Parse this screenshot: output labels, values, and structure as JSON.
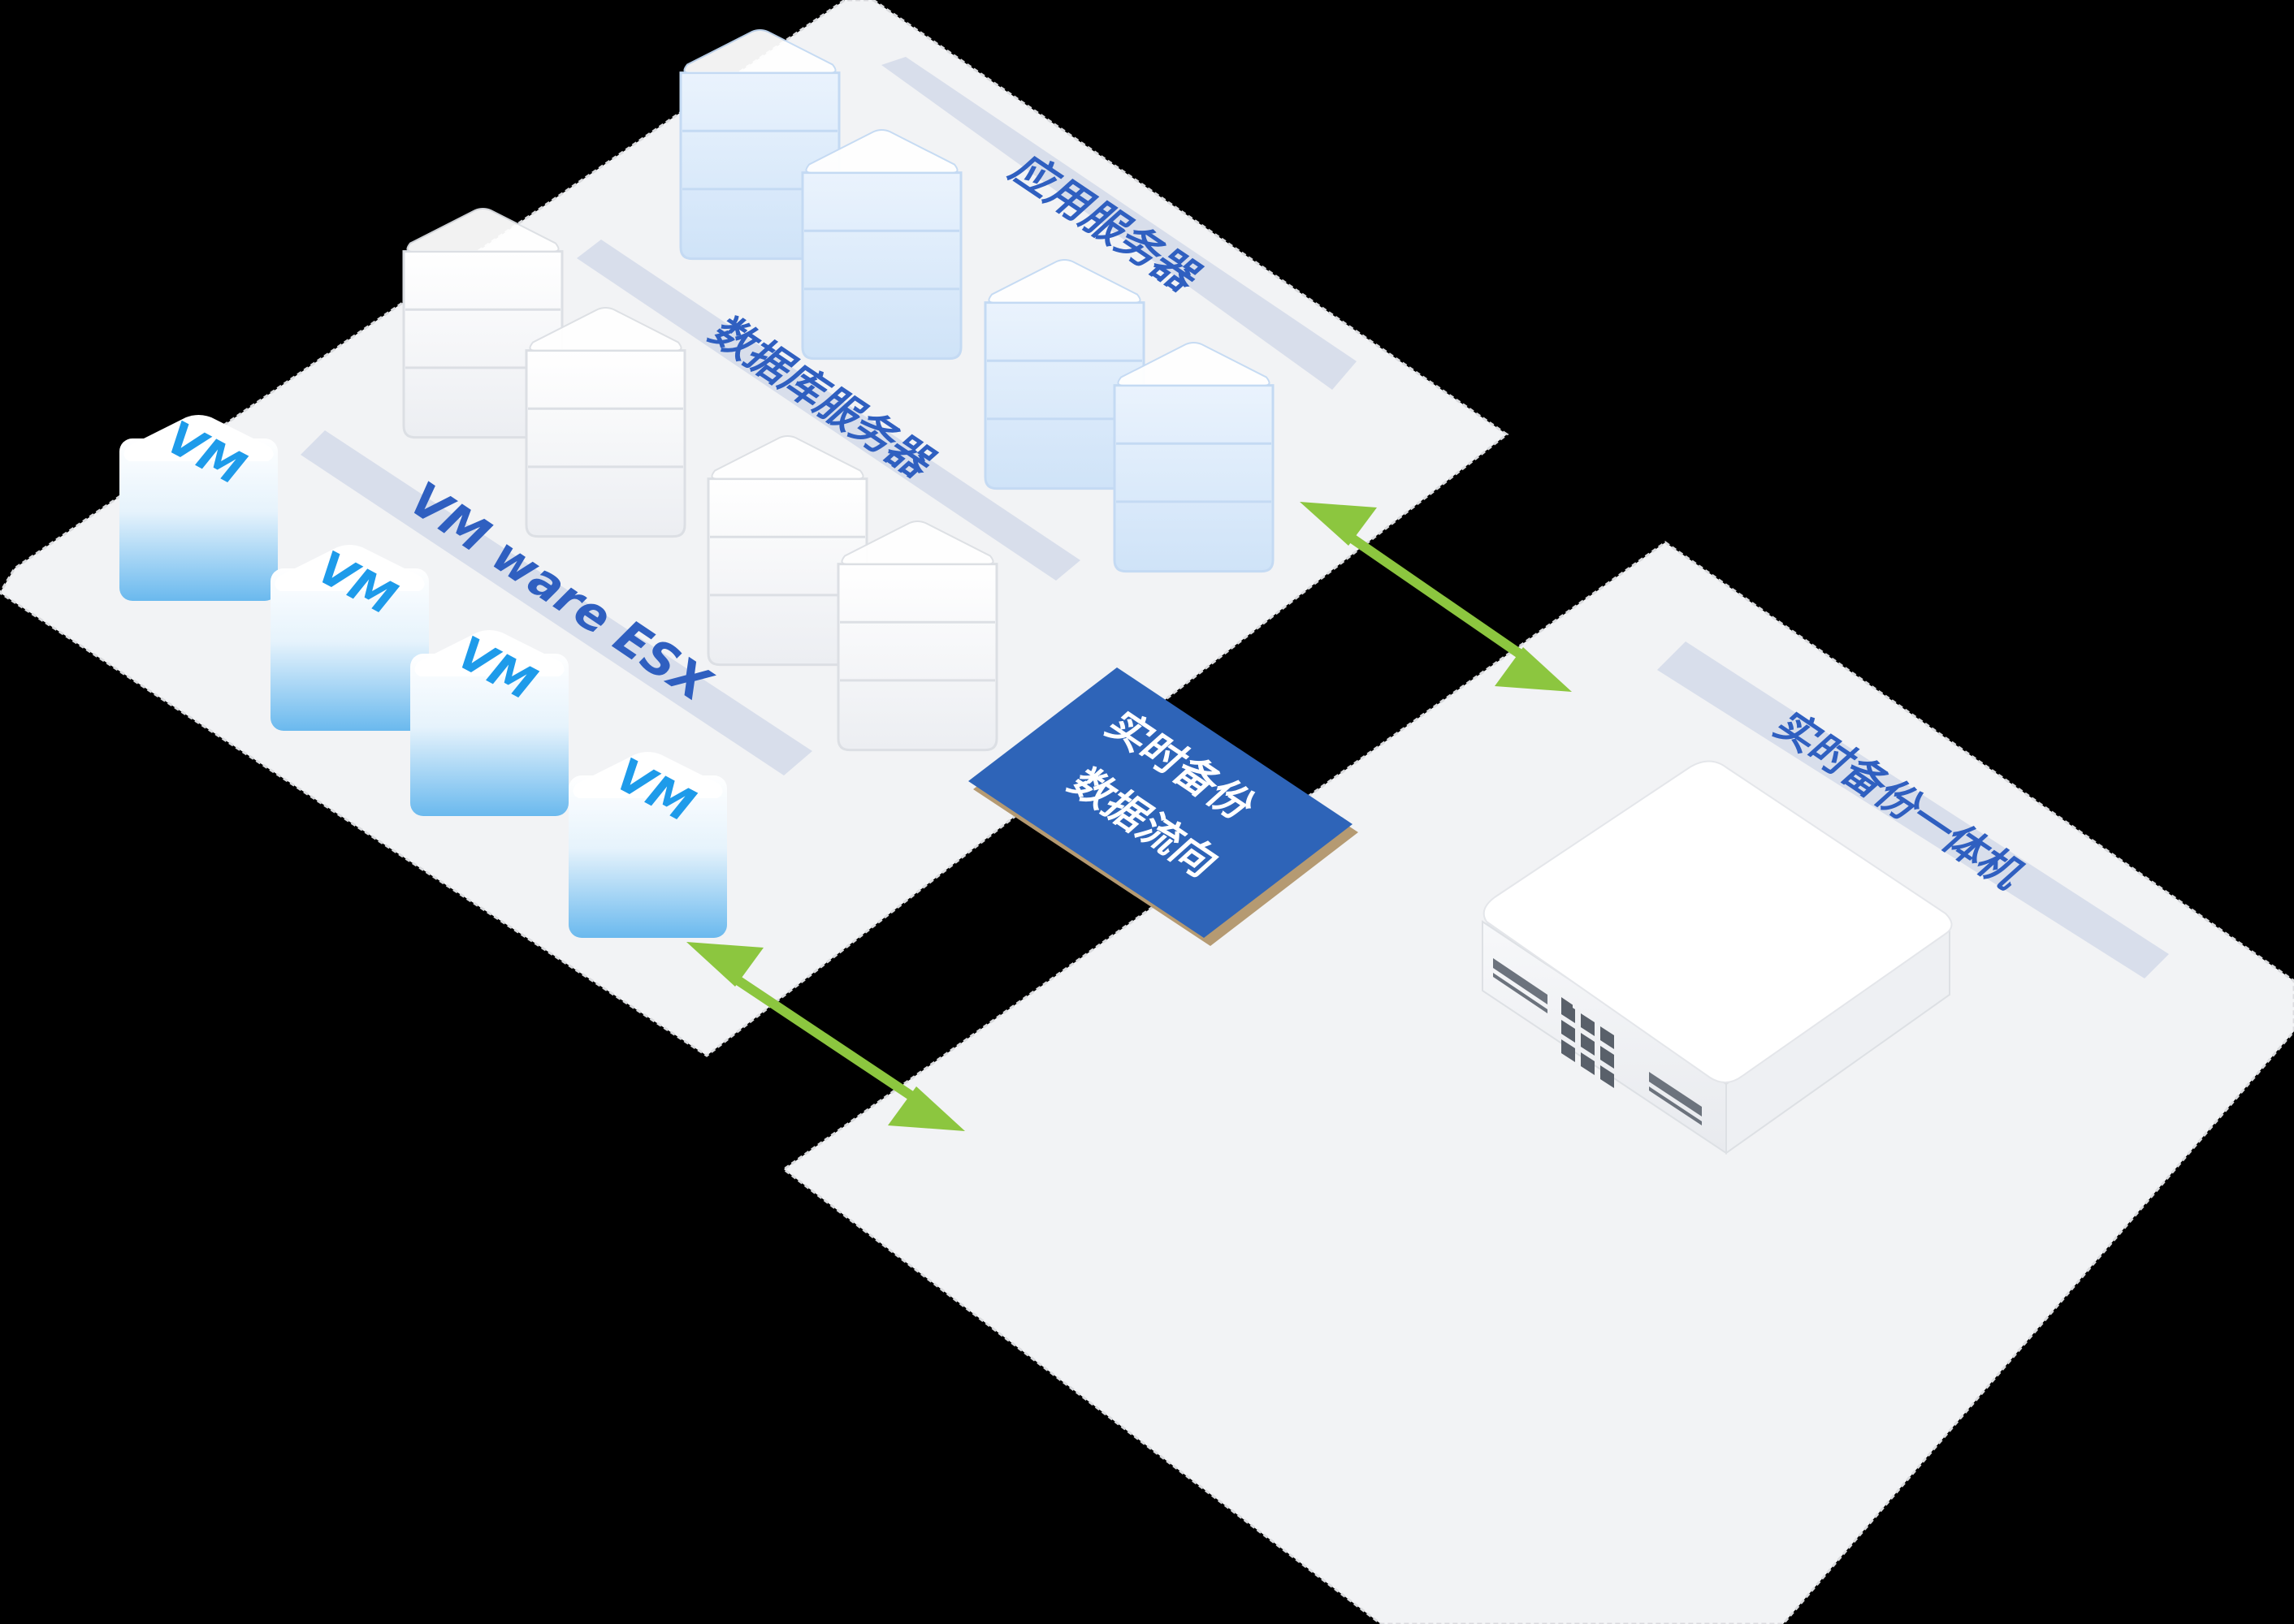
{
  "labels": {
    "app_servers": "应用服务器",
    "db_servers": "数据库服务器",
    "vmware": "VM ware ESX",
    "backup_appliance": "实时备份一体机",
    "flow_line1": "实时备份",
    "flow_line2": "数据流向"
  },
  "vms": [
    "VM",
    "VM",
    "VM",
    "VM"
  ],
  "colors": {
    "background": "#000000",
    "platform": "#f2f3f5",
    "label_band": "#d5dcea",
    "label_text": "#2f5fc0",
    "flow_box": "#2e64b8",
    "arrow": "#8cc63f",
    "app_server_top": "#eaf3fd",
    "app_server_side": "#d3e6f9",
    "db_server_top": "#ffffff",
    "db_server_side": "#eef0f3",
    "vm_top": "#ffffff",
    "vm_gradient_bottom": "#6ab9ee",
    "vm_text": "#1e9bea"
  },
  "icons": [
    "server-stack-icon",
    "vm-cube-icon",
    "backup-appliance-icon",
    "double-arrow-icon"
  ]
}
